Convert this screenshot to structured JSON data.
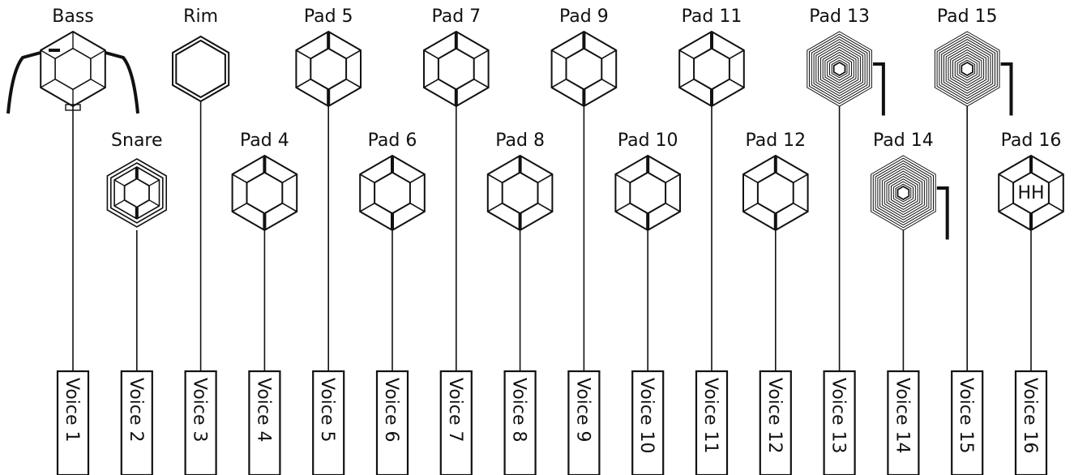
{
  "diagram": {
    "pads": [
      {
        "label": "Bass",
        "voice": "Voice 1",
        "icon": "bass-drum-icon",
        "style": "bass"
      },
      {
        "label": "Snare",
        "voice": "Voice 2",
        "icon": "snare-drum-icon",
        "style": "snare"
      },
      {
        "label": "Rim",
        "voice": "Voice 3",
        "icon": "rim-pad-icon",
        "style": "rim"
      },
      {
        "label": "Pad 4",
        "voice": "Voice 4",
        "icon": "hexagon-pad-icon",
        "style": "normal"
      },
      {
        "label": "Pad 5",
        "voice": "Voice 5",
        "icon": "hexagon-pad-icon",
        "style": "normal"
      },
      {
        "label": "Pad 6",
        "voice": "Voice 6",
        "icon": "hexagon-pad-icon",
        "style": "normal"
      },
      {
        "label": "Pad 7",
        "voice": "Voice 7",
        "icon": "hexagon-pad-icon",
        "style": "normal"
      },
      {
        "label": "Pad 8",
        "voice": "Voice 8",
        "icon": "hexagon-pad-icon",
        "style": "normal"
      },
      {
        "label": "Pad 9",
        "voice": "Voice 9",
        "icon": "hexagon-pad-icon",
        "style": "normal"
      },
      {
        "label": "Pad 10",
        "voice": "Voice 10",
        "icon": "hexagon-pad-icon",
        "style": "normal"
      },
      {
        "label": "Pad 11",
        "voice": "Voice 11",
        "icon": "hexagon-pad-icon",
        "style": "normal"
      },
      {
        "label": "Pad 12",
        "voice": "Voice 12",
        "icon": "hexagon-pad-icon",
        "style": "normal"
      },
      {
        "label": "Pad 13",
        "voice": "Voice 13",
        "icon": "cymbal-pad-icon",
        "style": "cymbal"
      },
      {
        "label": "Pad 14",
        "voice": "Voice 14",
        "icon": "cymbal-pad-icon",
        "style": "cymbal"
      },
      {
        "label": "Pad 15",
        "voice": "Voice 15",
        "icon": "cymbal-pad-icon",
        "style": "cymbal"
      },
      {
        "label": "Pad 16",
        "voice": "Voice 16",
        "icon": "hihat-pad-icon",
        "style": "hihat",
        "inner_text": "HH"
      }
    ]
  }
}
